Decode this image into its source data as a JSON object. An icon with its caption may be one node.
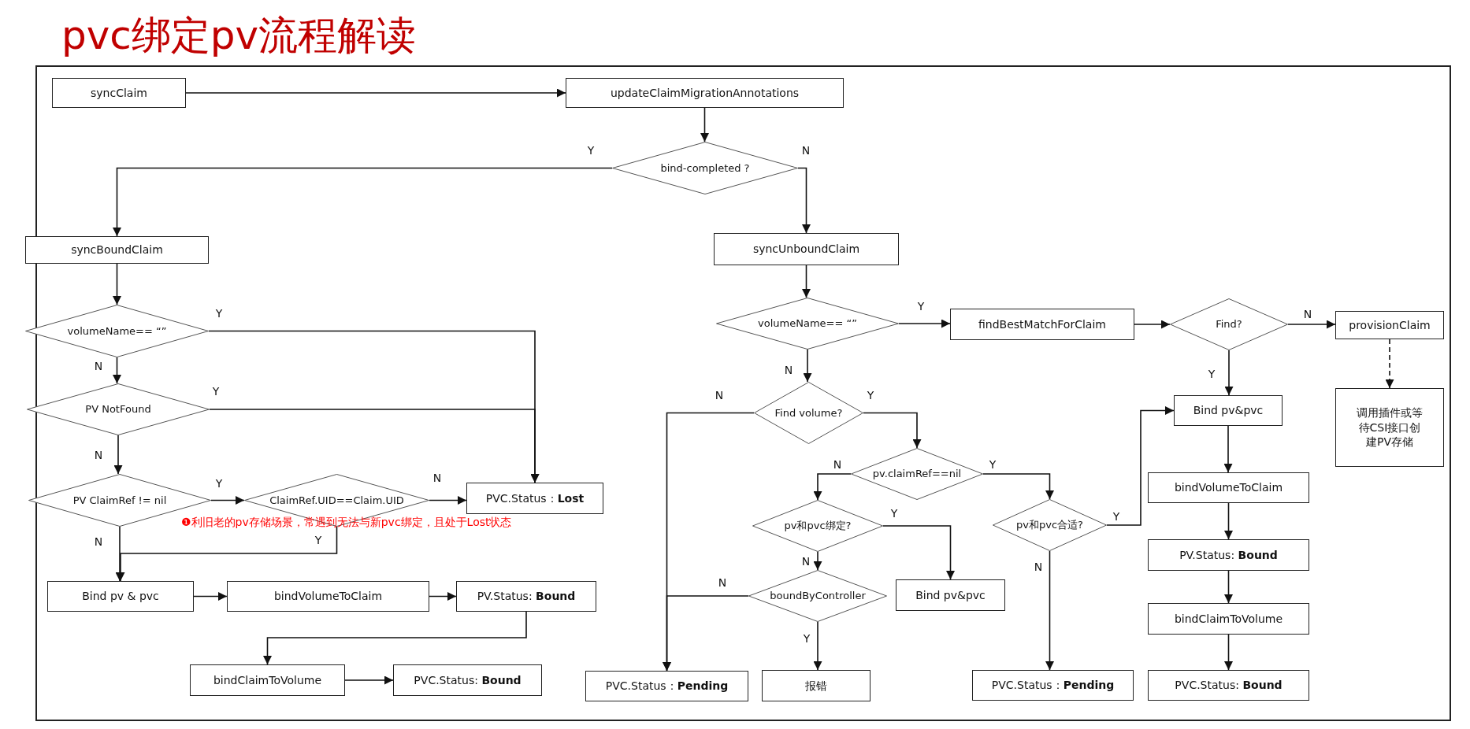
{
  "diagram": {
    "title": "pvc绑定pv流程解读",
    "nodes": [
      {
        "text": [
          "syncClaim"
        ]
      },
      {
        "text": [
          "updateClaimMigrationAnnotations"
        ]
      },
      {
        "text": [
          "bind-completed ?"
        ]
      },
      {
        "text": [
          "syncBoundClaim"
        ]
      },
      {
        "text": [
          "syncUnboundClaim"
        ]
      },
      {
        "text": [
          "volumeName== “”"
        ]
      },
      {
        "text": [
          "PV NotFound"
        ]
      },
      {
        "text": [
          "PV ClaimRef != nil"
        ]
      },
      {
        "text": [
          "ClaimRef.UID==Claim.UID"
        ]
      },
      {
        "text": [
          "PVC.Status：**Lost**"
        ]
      },
      {
        "text": [
          "Bind pv & pvc"
        ]
      },
      {
        "text": [
          "bindVolumeToClaim"
        ]
      },
      {
        "text": [
          "PV.Status: **Bound**"
        ]
      },
      {
        "text": [
          "bindClaimToVolume"
        ]
      },
      {
        "text": [
          "PVC.Status: **Bound**"
        ]
      },
      {
        "text": [
          "volumeName== “”"
        ]
      },
      {
        "text": [
          "findBestMatchForClaim"
        ]
      },
      {
        "text": [
          "Find?"
        ]
      },
      {
        "text": [
          "provisionClaim"
        ]
      },
      {
        "text": [
          "调用插件或等待CSI接口创建PV存储"
        ]
      },
      {
        "text": [
          "Find volume?"
        ]
      },
      {
        "text": [
          "pv.claimRef==nil"
        ]
      },
      {
        "text": [
          "pv和pvc绑定?"
        ]
      },
      {
        "text": [
          "pv和pvc合适?"
        ]
      },
      {
        "text": [
          "Bind pv&pvc"
        ]
      },
      {
        "text": [
          "boundByController"
        ]
      },
      {
        "text": [
          "Bind pv&pvc"
        ]
      },
      {
        "text": [
          "bindVolumeToClaim"
        ]
      },
      {
        "text": [
          "PV.Status: **Bound**"
        ]
      },
      {
        "text": [
          "bindClaimToVolume"
        ]
      },
      {
        "text": [
          "PVC.Status：**Pending**"
        ]
      },
      {
        "text": [
          "报错"
        ]
      },
      {
        "text": [
          "PVC.Status：**Pending**"
        ]
      },
      {
        "text": [
          "PVC.Status: **Bound**"
        ]
      }
    ],
    "edges": [
      {
        "from": 0,
        "to": 1,
        "arrow": "to"
      },
      {
        "from": 1,
        "to": 2,
        "arrow": "to"
      },
      {
        "from": 2,
        "to": 3,
        "arrow": "to",
        "label": "Y"
      },
      {
        "from": 2,
        "to": 4,
        "arrow": "to",
        "label": "N"
      },
      {
        "from": 3,
        "to": 5,
        "arrow": "to"
      },
      {
        "from": 5,
        "to": 9,
        "arrow": "to",
        "label": "Y"
      },
      {
        "from": 5,
        "to": 6,
        "arrow": "to",
        "label": "N"
      },
      {
        "from": 6,
        "to": 9,
        "arrow": "to",
        "label": "Y"
      },
      {
        "from": 6,
        "to": 7,
        "arrow": "to",
        "label": "N"
      },
      {
        "from": 7,
        "to": 8,
        "arrow": "to",
        "label": "Y"
      },
      {
        "from": 8,
        "to": 9,
        "arrow": "to",
        "label": "N"
      },
      {
        "from": 8,
        "to": 10,
        "arrow": "to",
        "label": "Y"
      },
      {
        "from": 7,
        "to": 10,
        "arrow": "to",
        "label": "N"
      },
      {
        "from": 10,
        "to": 11,
        "arrow": "to"
      },
      {
        "from": 11,
        "to": 12,
        "arrow": "to"
      },
      {
        "from": 12,
        "to": 13,
        "arrow": "to"
      },
      {
        "from": 13,
        "to": 14,
        "arrow": "to"
      },
      {
        "from": 4,
        "to": 15,
        "arrow": "to"
      },
      {
        "from": 15,
        "to": 16,
        "arrow": "to",
        "label": "Y"
      },
      {
        "from": 15,
        "to": 20,
        "arrow": "to",
        "label": "N"
      },
      {
        "from": 16,
        "to": 17,
        "arrow": "to"
      },
      {
        "from": 17,
        "to": 18,
        "arrow": "to",
        "label": "N"
      },
      {
        "from": 17,
        "to": 24,
        "arrow": "to",
        "label": "Y"
      },
      {
        "from": 18,
        "to": 19,
        "arrow": "to",
        "style": "dashed"
      },
      {
        "from": 20,
        "to": 30,
        "arrow": "to",
        "label": "N"
      },
      {
        "from": 20,
        "to": 21,
        "arrow": "to",
        "label": "Y"
      },
      {
        "from": 21,
        "to": 22,
        "arrow": "to",
        "label": "N"
      },
      {
        "from": 21,
        "to": 23,
        "arrow": "to",
        "label": "Y"
      },
      {
        "from": 22,
        "to": 26,
        "arrow": "to",
        "label": "Y"
      },
      {
        "from": 22,
        "to": 25,
        "arrow": "to",
        "label": "N"
      },
      {
        "from": 25,
        "to": 30,
        "arrow": "to",
        "label": "N"
      },
      {
        "from": 25,
        "to": 31,
        "arrow": "to",
        "label": "Y"
      },
      {
        "from": 23,
        "to": 24,
        "arrow": "to",
        "label": "Y"
      },
      {
        "from": 23,
        "to": 32,
        "arrow": "to",
        "label": "N"
      },
      {
        "from": 24,
        "to": 27,
        "arrow": "to"
      },
      {
        "from": 27,
        "to": 28,
        "arrow": "to"
      },
      {
        "from": 28,
        "to": 29,
        "arrow": "to"
      },
      {
        "from": 29,
        "to": 33,
        "arrow": "to"
      }
    ],
    "labels": [
      "❶利旧老的pv存储场景，常遇到无法与新pvc绑定，且处于Lost状态"
    ]
  }
}
